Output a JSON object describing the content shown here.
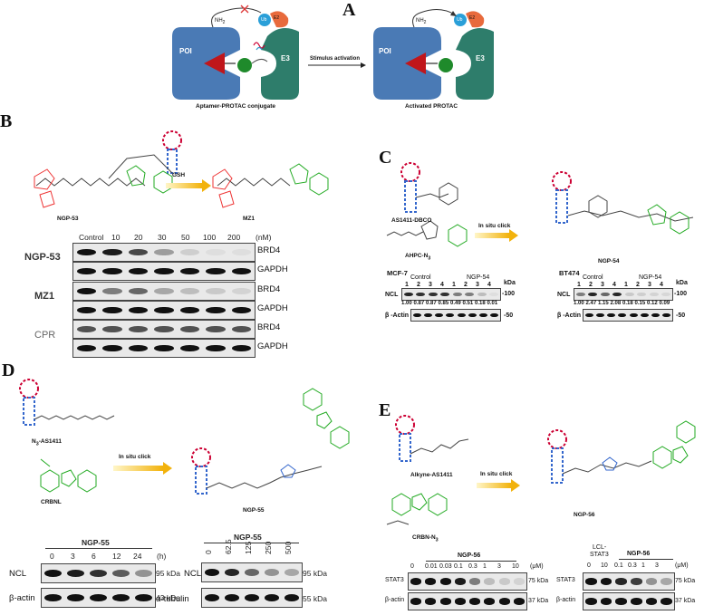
{
  "panels": {
    "A": "A",
    "B": "B",
    "C": "C",
    "D": "D",
    "E": "E"
  },
  "panelA": {
    "poi": "POI",
    "e3": "E3",
    "ub": "Ub",
    "e2": "E2",
    "nh2": "NH",
    "nh2_sub": "2",
    "arrow_label": "Stimulus activation",
    "left_caption": "Aptamer-PROTAC conjugate",
    "right_caption": "Activated PROTAC"
  },
  "panelB": {
    "ngp53": "NGP-53",
    "mz1": "MZ1",
    "gsh": "GSH",
    "concentrations": [
      "Control",
      "10",
      "20",
      "30",
      "50",
      "100",
      "200",
      "(nM)"
    ],
    "rows": [
      {
        "group": "NGP-53",
        "label": "BRD4"
      },
      {
        "group": "",
        "label": "GAPDH"
      },
      {
        "group": "MZ1",
        "label": "BRD4"
      },
      {
        "group": "",
        "label": "GAPDH"
      },
      {
        "group": "CPR",
        "label": "BRD4"
      },
      {
        "group": "",
        "label": "GAPDH"
      }
    ]
  },
  "panelC": {
    "as1411_dbco": "AS1411-DBCO",
    "ahpc": "AHPC-N",
    "ahpc_sub": "3",
    "in_situ": "In situ click",
    "ngp54": "NGP-54",
    "mcf7": {
      "cell": "MCF-7",
      "control": "Control",
      "treat": "NGP-54",
      "lanes": [
        "1",
        "2",
        "3",
        "4",
        "1",
        "2",
        "3",
        "4"
      ],
      "kda": "kDa",
      "ncl": "NCL",
      "ncl_kda": "-100",
      "values": [
        "1.00",
        "0.87",
        "0.87",
        "0.85",
        "0.49",
        "0.51",
        "0.18",
        "0.01"
      ],
      "actin": "β -Actin",
      "actin_kda": "-50"
    },
    "bt474": {
      "cell": "BT474",
      "control": "Control",
      "treat": "NGP-54",
      "lanes": [
        "1",
        "2",
        "3",
        "4",
        "1",
        "2",
        "3",
        "4"
      ],
      "kda": "kDa",
      "ncl": "NCL",
      "ncl_kda": "-100",
      "values": [
        "1.00",
        "2.47",
        "1.15",
        "2.08",
        "0.18",
        "0.15",
        "0.12",
        "0.09"
      ],
      "actin": "β -Actin",
      "actin_kda": "-50"
    }
  },
  "panelD": {
    "n3_as1411": "N",
    "n3_sub": "3",
    "n3_rest": "-AS1411",
    "crbnl": "CRBNL",
    "in_situ": "In situ click",
    "ngp55": "NGP-55",
    "blot1": {
      "title": "NGP-55",
      "times": [
        "0",
        "3",
        "6",
        "12",
        "24"
      ],
      "unit": "(h)",
      "ncl": "NCL",
      "ncl_kda": "95 kDa",
      "actin": "β-actin",
      "actin_kda": "43 kDa"
    },
    "blot2": {
      "title": "NGP-55",
      "concs": [
        "0",
        "62.5",
        "125",
        "250",
        "500"
      ],
      "ncl": "NCL",
      "ncl_kda": "95 kDa",
      "tub": "α-tubulin",
      "tub_kda": "55 kDa"
    }
  },
  "panelE": {
    "alkyne": "Alkyne-AS1411",
    "crbn": "CRBN-N",
    "crbn_sub": "3",
    "in_situ": "In situ click",
    "ngp56": "NGP-56",
    "blot1": {
      "title": "NGP-56",
      "concs": [
        "0",
        "0.01",
        "0.03",
        "0.1",
        "0.3",
        "1",
        "3",
        "10"
      ],
      "unit": "(μM)",
      "stat3": "STAT3",
      "stat3_kda": "75 kDa",
      "actin": "β-actin",
      "actin_kda": "37 kDa"
    },
    "blot2": {
      "title": "NGP-56",
      "lcl": "LCL-",
      "lcl2": "STAT3",
      "concs": [
        "0",
        "10",
        "0.1",
        "0.3",
        "1",
        "3"
      ],
      "unit": "(μM)",
      "stat3": "STAT3",
      "stat3_kda": "75 kDa",
      "actin": "β-actin",
      "actin_kda": "37 kDa"
    }
  },
  "colors": {
    "poi": "#4a7ab5",
    "e3": "#2e7d6b",
    "ub": "#2a9fd8",
    "e2": "#e86a3c",
    "warhead": "#c0161b",
    "ligand": "#1f8a2b",
    "arrow": "#f2b20c"
  }
}
